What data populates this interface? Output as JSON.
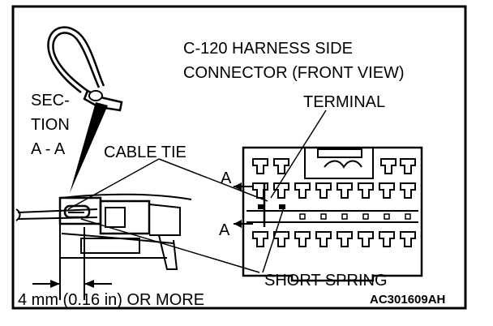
{
  "labels": {
    "connector_title_line1": "C-120 HARNESS SIDE",
    "connector_title_line2": "CONNECTOR (FRONT VIEW)",
    "terminal": "TERMINAL",
    "section_line1": "SEC-",
    "section_line2": "TION",
    "section_line3": "A - A",
    "cable_tie": "CABLE TIE",
    "arrow_a_upper": "A",
    "arrow_a_lower": "A",
    "short_spring": "SHORT SPRING",
    "dimension": "4 mm (0.16 in) OR MORE",
    "figure_code": "AC301609AH"
  }
}
